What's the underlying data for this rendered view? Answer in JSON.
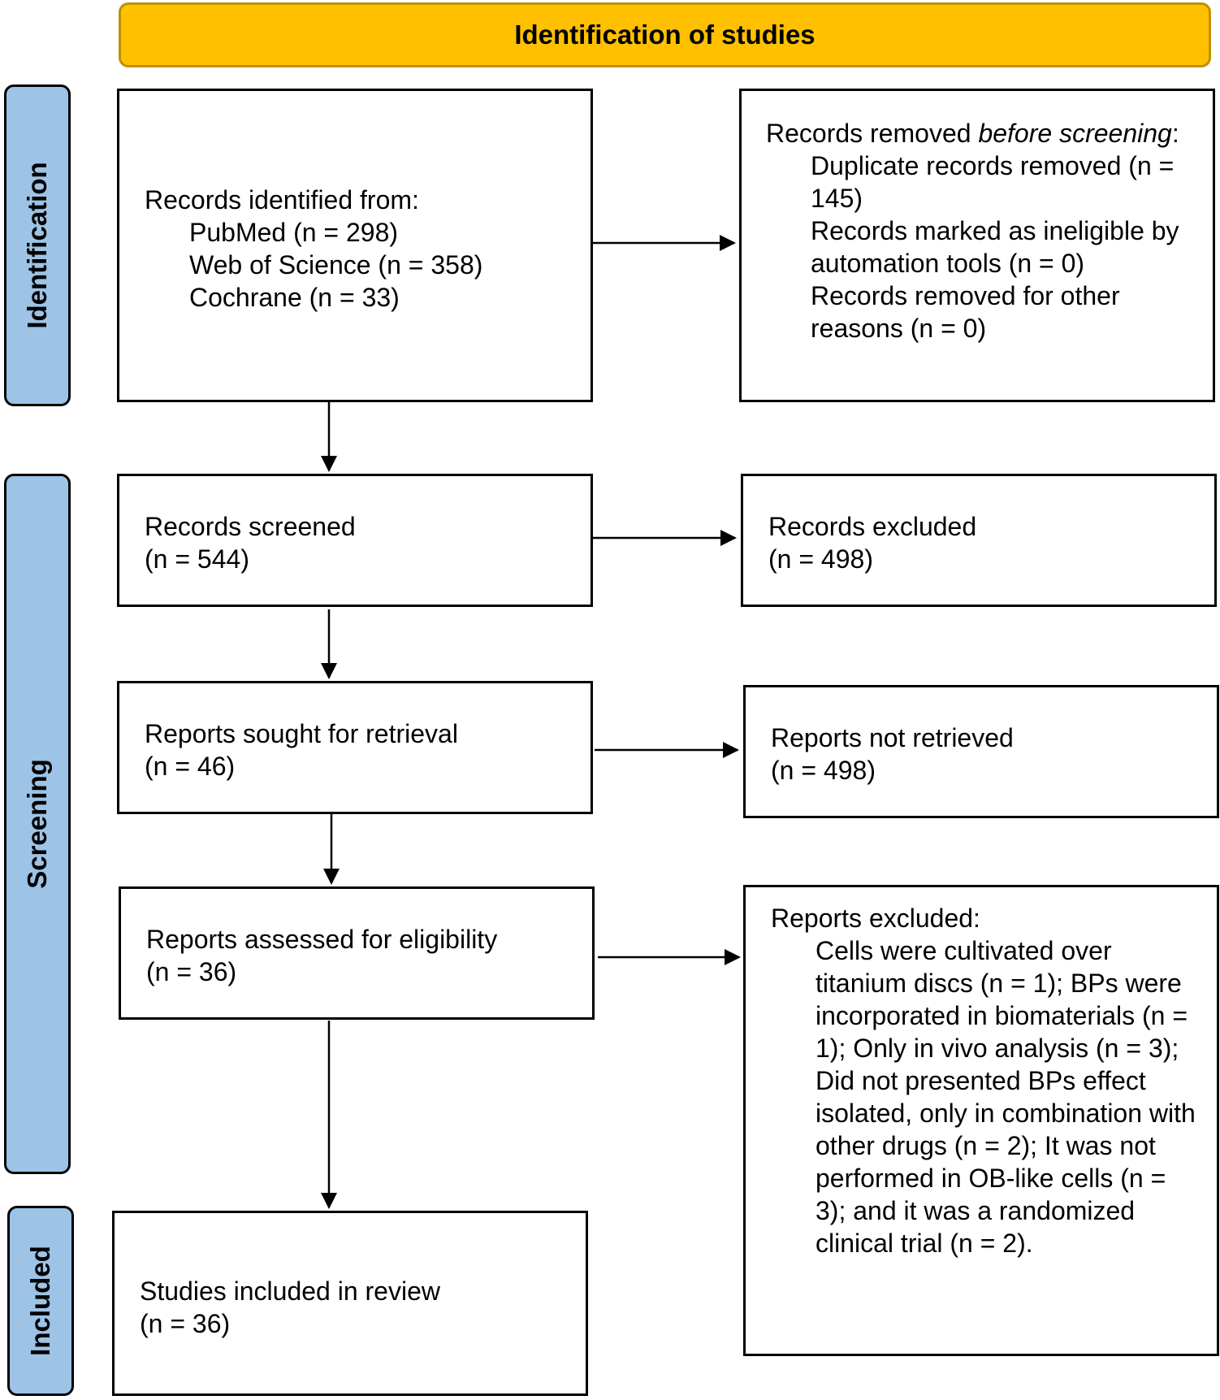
{
  "header": {
    "title": "Identification of studies"
  },
  "phases": {
    "identification": "Identification",
    "screening": "Screening",
    "included": "Included"
  },
  "boxes": {
    "records_identified": {
      "heading": "Records identified from:",
      "lines": [
        "PubMed (n = 298)",
        "Web of Science (n = 358)",
        "Cochrane (n = 33)"
      ]
    },
    "records_removed": {
      "heading_prefix": "Records removed ",
      "heading_italic": "before screening",
      "heading_suffix": ":",
      "lines": [
        "Duplicate records removed (n = 145)",
        "Records marked as ineligible by automation tools (n = 0)",
        "Records removed for other reasons (n = 0)"
      ]
    },
    "records_screened": {
      "heading": "Records screened",
      "count": "(n = 544)"
    },
    "records_excluded": {
      "heading": "Records excluded",
      "count": "(n = 498)"
    },
    "reports_sought": {
      "heading": "Reports sought for retrieval",
      "count": "(n = 46)"
    },
    "reports_not_retrieved": {
      "heading": "Reports not retrieved",
      "count": "(n = 498)"
    },
    "reports_assessed": {
      "heading": "Reports assessed for eligibility",
      "count": "(n = 36)"
    },
    "reports_excluded": {
      "heading": "Reports excluded:",
      "body": "Cells were cultivated over titanium discs (n = 1); BPs were incorporated in biomaterials (n = 1); Only in vivo analysis (n = 3); Did not presented BPs effect isolated, only in combination with other drugs (n = 2); It was not performed in OB-like cells (n = 3); and it was a randomized clinical trial (n = 2)."
    },
    "studies_included": {
      "heading": "Studies included in review",
      "count": "(n = 36)"
    }
  }
}
